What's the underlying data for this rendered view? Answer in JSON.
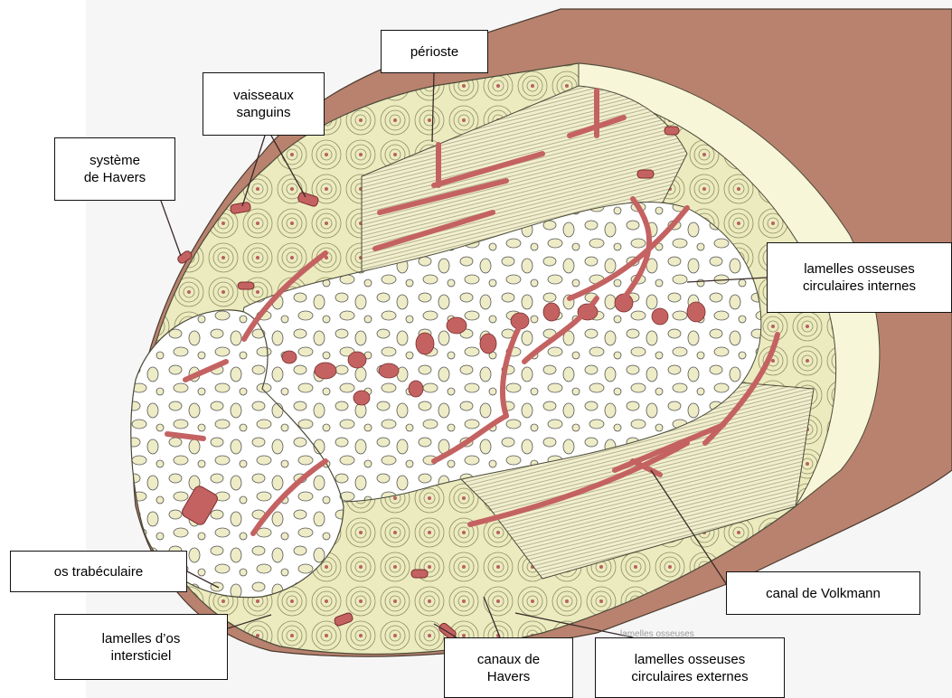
{
  "labels": {
    "periosteum": "périoste",
    "blood_vessels": "vaisseaux\nsanguins",
    "haversian_system": "système\nde Havers",
    "inner_circumferential_lamellae": "lamelles osseuses\ncirculaires internes",
    "trabecular_bone": "os trabéculaire",
    "volkmann_canal": "canal de Volkmann",
    "interstitial_lamellae": "lamelles d’os\nintersticiel",
    "haversian_canals": "canaux de\nHavers",
    "outer_circumferential_lamellae": "lamelles osseuses\ncirculaires externes"
  },
  "faint_text": "lamelles osseuses",
  "colors": {
    "periosteum": "#b9826e",
    "periosteum_dark": "#8e5a4a",
    "compact_bone": "#ecebbf",
    "cream": "#f8f6d8",
    "marrow_space": "#ffffff",
    "vessel": "#c46262",
    "vessel_dark": "#8a3434",
    "outline": "#4a4a3a",
    "leader": "#3a2a2a"
  }
}
